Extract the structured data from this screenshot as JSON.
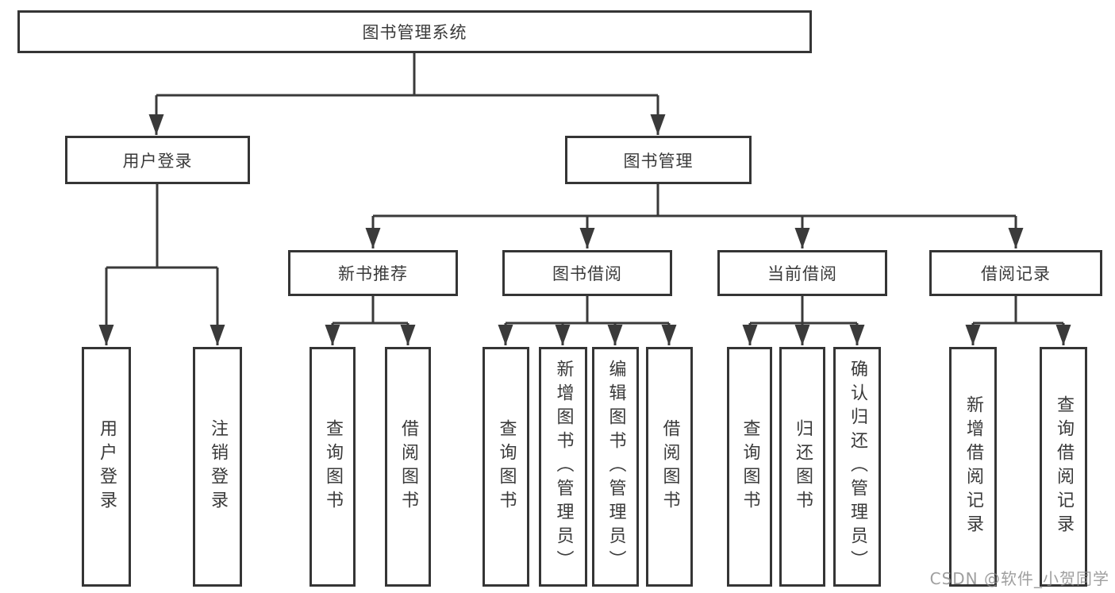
{
  "diagram": {
    "title": "图书管理系统",
    "nodes": {
      "root": "图书管理系统",
      "user_login": "用户登录",
      "book_mgmt": "图书管理",
      "new_book_recommend": "新书推荐",
      "book_borrow": "图书借阅",
      "current_borrow": "当前借阅",
      "borrow_records": "借阅记录",
      "leaf_user_login": "用户登录",
      "leaf_logout": "注销登录",
      "leaf_query_book_1": "查询图书",
      "leaf_borrow_book_1": "借阅图书",
      "leaf_query_book_2": "查询图书",
      "leaf_add_book": "新增图书（管理员）",
      "leaf_edit_book": "编辑图书（管理员）",
      "leaf_borrow_book_2": "借阅图书",
      "leaf_query_book_3": "查询图书",
      "leaf_return_book": "归还图书",
      "leaf_confirm_return": "确认归还（管理员）",
      "leaf_add_record": "新增借阅记录",
      "leaf_query_record": "查询借阅记录"
    },
    "tree": {
      "图书管理系统": {
        "用户登录": [
          "用户登录",
          "注销登录"
        ],
        "图书管理": {
          "新书推荐": [
            "查询图书",
            "借阅图书"
          ],
          "图书借阅": [
            "查询图书",
            "新增图书（管理员）",
            "编辑图书（管理员）",
            "借阅图书"
          ],
          "当前借阅": [
            "查询图书",
            "归还图书",
            "确认归还（管理员）"
          ],
          "借阅记录": [
            "新增借阅记录",
            "查询借阅记录"
          ]
        }
      }
    }
  },
  "watermark": {
    "text": "CSDN @软件_小贺同学"
  },
  "colors": {
    "line": "#3a3a3a",
    "box_border": "#353535",
    "text": "#3a3a3a",
    "background": "#ffffff",
    "watermark": "#8a8a8a"
  }
}
